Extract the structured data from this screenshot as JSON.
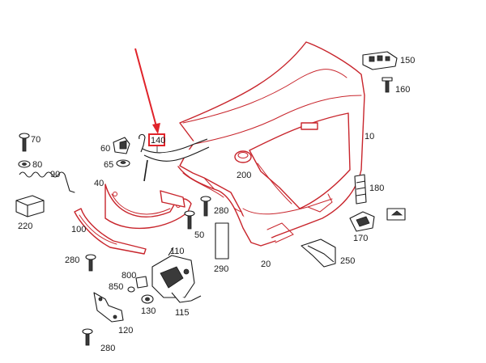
{
  "accent_color": "#e0232a",
  "part_color": "#c8252c",
  "callouts": {
    "p10": "10",
    "p20": "20",
    "p40": "40",
    "p50": "50",
    "p60": "60",
    "p65": "65",
    "p70": "70",
    "p80": "80",
    "p90": "90",
    "p100": "100",
    "p110": "110",
    "p115": "115",
    "p120": "120",
    "p130": "130",
    "p140": "140",
    "p150": "150",
    "p160": "160",
    "p170": "170",
    "p180": "180",
    "p200": "200",
    "p220": "220",
    "p250": "250",
    "p280a": "280",
    "p280b": "280",
    "p280c": "280",
    "p290": "290",
    "p800": "800",
    "p850": "850"
  }
}
